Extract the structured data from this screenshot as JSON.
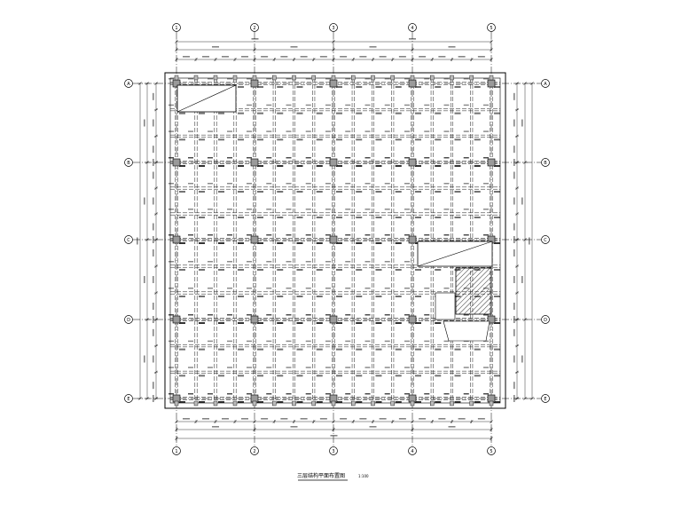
{
  "drawing": {
    "title": "三层结构平面布置图",
    "scale": "1:100",
    "grid_columns": [
      "1",
      "2",
      "3",
      "4",
      "5"
    ],
    "grid_rows": [
      "A",
      "B",
      "C",
      "D",
      "E"
    ]
  },
  "colors": {
    "line": "#000000",
    "dim": "#333333",
    "hatch": "#000000"
  }
}
